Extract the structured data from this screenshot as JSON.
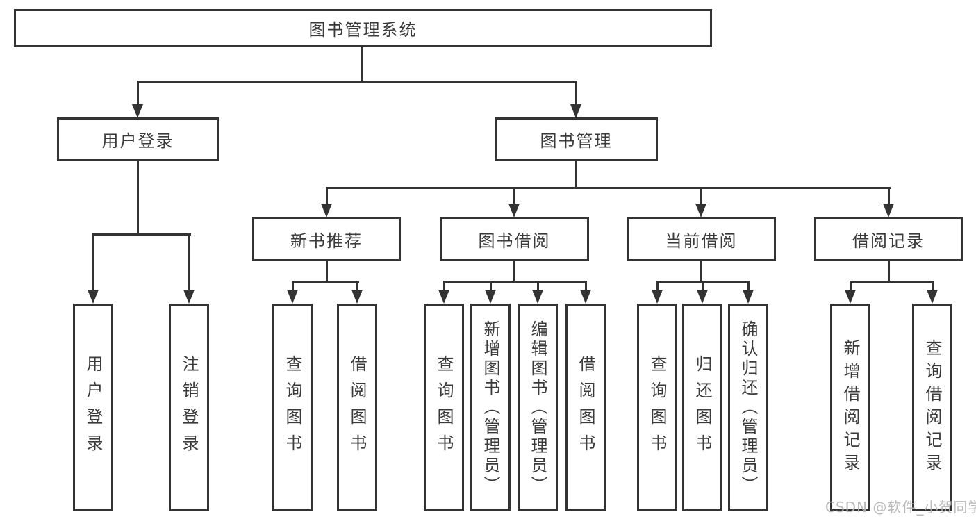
{
  "style": {
    "background": "#ffffff",
    "line_color": "#333333",
    "text_color": "#3a3a3a",
    "watermark_color": "#b4b4b4"
  },
  "root": {
    "label": "图书管理系统"
  },
  "level2": [
    {
      "label": "用户登录"
    },
    {
      "label": "图书管理"
    }
  ],
  "level3": [
    {
      "label": "新书推荐"
    },
    {
      "label": "图书借阅"
    },
    {
      "label": "当前借阅"
    },
    {
      "label": "借阅记录"
    }
  ],
  "leaves": [
    {
      "label": "用户登录"
    },
    {
      "label": "注销登录"
    },
    {
      "label": "查询图书"
    },
    {
      "label": "借阅图书"
    },
    {
      "label": "查询图书"
    },
    {
      "label": "新增图书（管理员）"
    },
    {
      "label": "编辑图书（管理员）"
    },
    {
      "label": "借阅图书"
    },
    {
      "label": "查询图书"
    },
    {
      "label": "归还图书"
    },
    {
      "label": "确认归还（管理员）"
    },
    {
      "label": "新增借阅记录"
    },
    {
      "label": "查询借阅记录"
    }
  ],
  "watermark": {
    "text": "CSDN @软件_小贺同学"
  }
}
